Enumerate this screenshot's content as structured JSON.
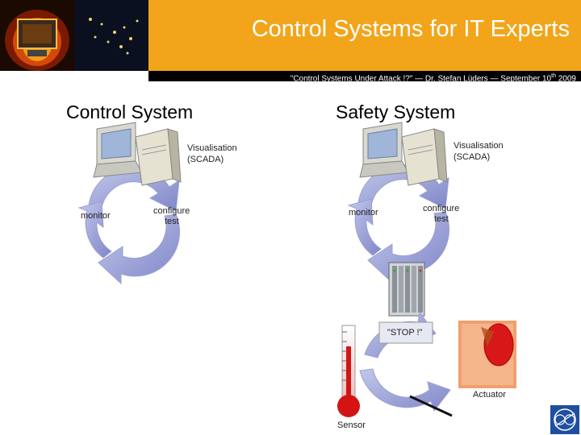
{
  "header": {
    "title": "Control Systems for IT Experts",
    "subtitle_main": "\"Control Systems Under Attack !?\" — Dr. Stefan Lüders — September 10",
    "subtitle_sup": "th",
    "subtitle_year": " 2009"
  },
  "columns": {
    "left": {
      "heading": "Control System",
      "visualisation_line1": "Visualisation",
      "visualisation_line2": "(SCADA)",
      "monitor": "monitor",
      "configure": "configure",
      "test": "test"
    },
    "right": {
      "heading": "Safety System",
      "visualisation_line1": "Visualisation",
      "visualisation_line2": "(SCADA)",
      "monitor": "monitor",
      "configure": "configure",
      "test": "test",
      "stop": "\"STOP !\"",
      "actuator": "Actuator",
      "sensor": "Sensor"
    }
  },
  "colors": {
    "banner": "#f2a51b",
    "cycle_blue": "#7f86c8",
    "cycle_light": "#c3c8ea"
  }
}
